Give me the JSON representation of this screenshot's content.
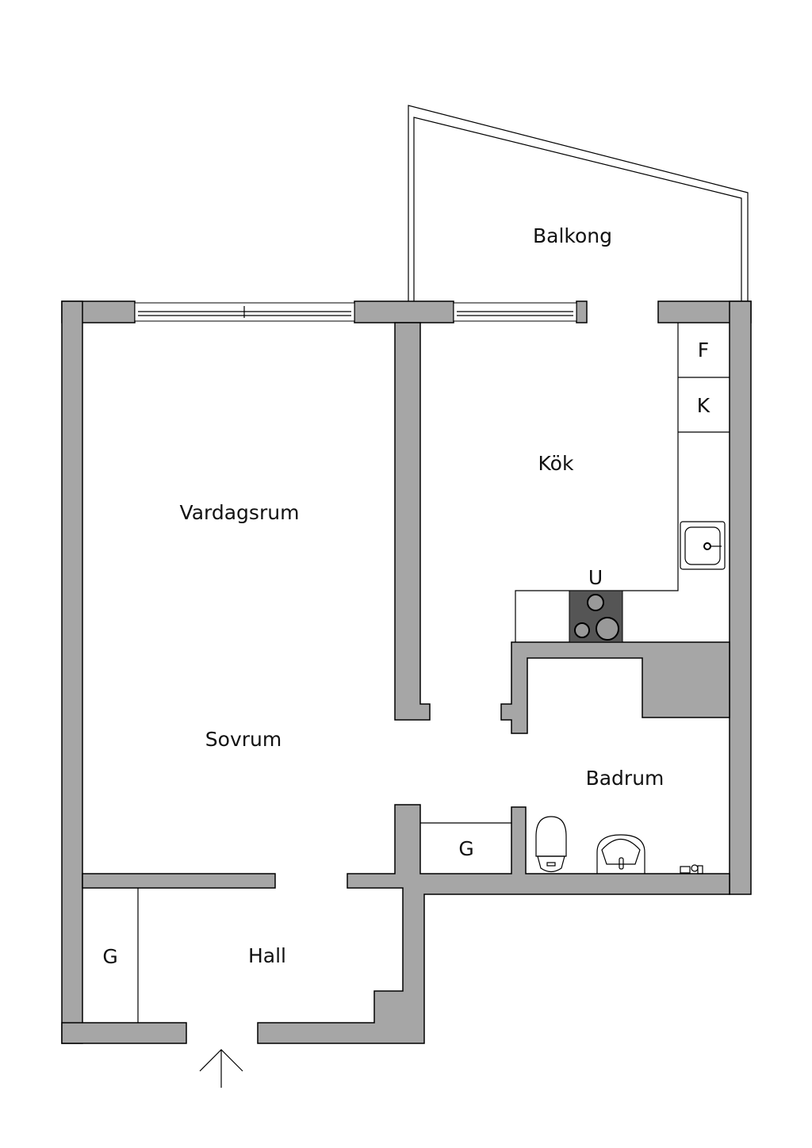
{
  "plan": {
    "rooms": {
      "balcony": "Balkong",
      "kitchen": "Kök",
      "living": "Vardagsrum",
      "bedroom": "Sovrum",
      "bathroom": "Badrum",
      "hall": "Hall",
      "closet_bath": "G",
      "closet_hall": "G"
    },
    "fixtures": {
      "fridge": "F",
      "freezer": "K",
      "oven": "U"
    },
    "colors": {
      "wall": "#a6a6a6",
      "stove": "#555555",
      "line": "#000000"
    }
  }
}
